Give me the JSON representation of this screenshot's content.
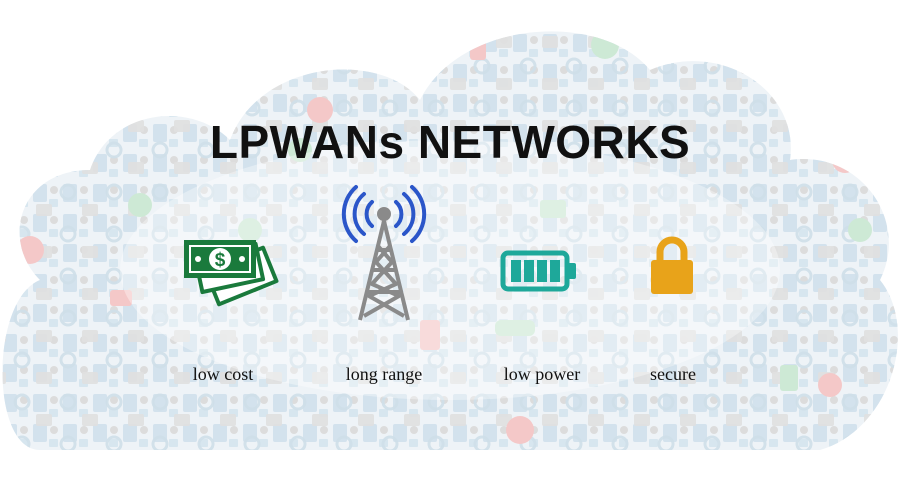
{
  "title": "LPWANs NETWORKS",
  "features": [
    {
      "label": "low cost",
      "icon": "money-icon",
      "color": "#1a7a3c"
    },
    {
      "label": "long range",
      "icon": "antenna-tower-icon",
      "color": "#2b56c9"
    },
    {
      "label": "low power",
      "icon": "battery-icon",
      "color": "#1ea89a"
    },
    {
      "label": "secure",
      "icon": "lock-icon",
      "color": "#e8a31a"
    }
  ],
  "background": {
    "icon": "iot-cloud-icon",
    "palette": [
      "#cfe0ec",
      "#d8d8d8",
      "#f4c8c8",
      "#cde9d5"
    ]
  }
}
